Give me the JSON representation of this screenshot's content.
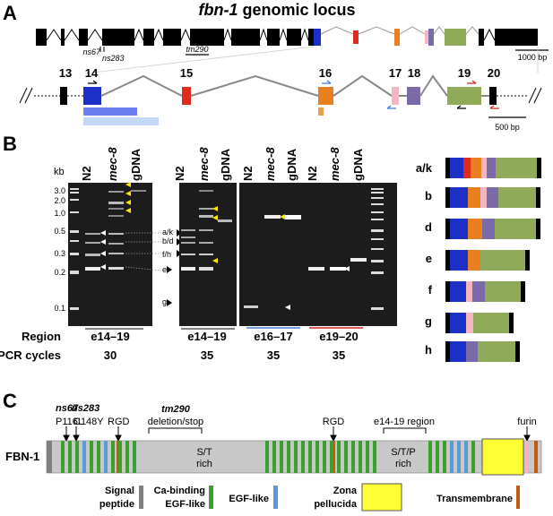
{
  "panels": {
    "a": "A",
    "b": "B",
    "c": "C"
  },
  "panelA": {
    "title_italic": "fbn-1",
    "title_rest": " genomic locus",
    "mutations": [
      "ns67",
      "ns283",
      "tm290"
    ],
    "scalebar_top": "1000 bp",
    "scalebar_bottom": "500 bp",
    "exon_numbers": [
      "13",
      "14",
      "15",
      "16",
      "17",
      "18",
      "19",
      "20"
    ]
  },
  "panelB": {
    "kb_label": "kb",
    "ladder": [
      "3.0",
      "2.0",
      "1.0",
      "0.5",
      "0.3",
      "0.2",
      "0.1"
    ],
    "lane_labels": [
      "N2",
      "mec-8",
      "gDNA"
    ],
    "band_labels": [
      "a/k",
      "b/d",
      "f/h",
      "e",
      "g"
    ],
    "row_region": "Region",
    "row_pcr": "PCR cycles",
    "regions": [
      "e14–19",
      "e14–19",
      "e16–17",
      "e19–20"
    ],
    "cycles": [
      "30",
      "35",
      "35",
      "35"
    ],
    "isoforms": [
      "a/k",
      "b",
      "d",
      "e",
      "f",
      "g",
      "h"
    ]
  },
  "panelC": {
    "protein": "FBN-1",
    "mutation_names": [
      "ns67",
      "ns283",
      "tm290"
    ],
    "mutation_effects": [
      "P116L",
      "C148Y",
      "deletion/stop"
    ],
    "rgd": "RGD",
    "e14_region": "e14-19 region",
    "furin": "furin",
    "st_rich": [
      "S/T",
      "rich"
    ],
    "stp_rich": [
      "S/T/P",
      "rich"
    ],
    "legend": [
      {
        "line1": "Signal",
        "line2": "peptide",
        "color": "#808080"
      },
      {
        "line1": "Ca-binding",
        "line2": "EGF-like",
        "color": "#3aa12d"
      },
      {
        "line1": "EGF-like",
        "line2": "",
        "color": "#5b9bd5"
      },
      {
        "line1": "Zona",
        "line2": "pellucida",
        "color": "#ffff33"
      },
      {
        "line1": "Transmembrane",
        "line2": "",
        "color": "#c55a11"
      }
    ]
  },
  "colors": {
    "blue": "#1c2fc6",
    "red": "#e02a1a",
    "orange": "#e8801f",
    "pink": "#f4b6c2",
    "purple": "#7b6aa8",
    "green": "#8fab5a",
    "lightblue": "#6d7ff0",
    "paleblue": "#c4d9f7",
    "grey": "#c8c8c8"
  }
}
